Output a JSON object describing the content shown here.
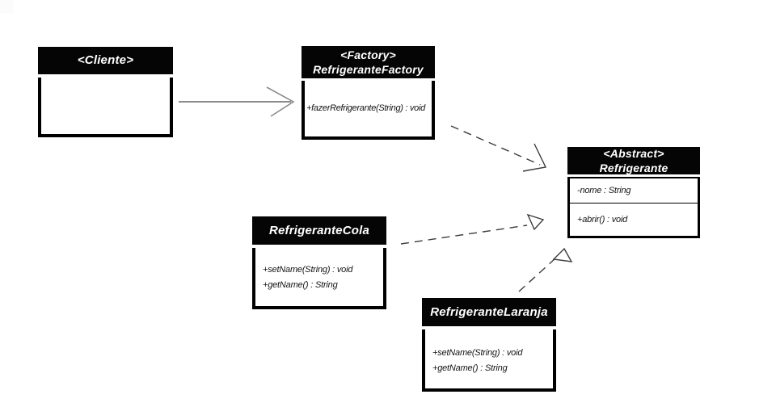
{
  "classes": [
    {
      "id": "cliente",
      "header_lines": [
        "<Cliente>"
      ],
      "attributes": [],
      "methods": []
    },
    {
      "id": "refrigerante_factory",
      "header_lines": [
        "<Factory>",
        "RefrigeranteFactory"
      ],
      "attributes": [],
      "methods": [
        "+fazerRefrigerante(String) : void"
      ]
    },
    {
      "id": "refrigerante",
      "header_lines": [
        "<Abstract>",
        "Refrigerante"
      ],
      "attributes": [
        "-nome : String"
      ],
      "methods": [
        "+abrir() : void"
      ]
    },
    {
      "id": "refrigerante_cola",
      "header_lines": [
        "RefrigeranteCola"
      ],
      "attributes": [],
      "methods": [
        "+setName(String) : void",
        "+getName() : String"
      ]
    },
    {
      "id": "refrigerante_laranja",
      "header_lines": [
        "RefrigeranteLaranja"
      ],
      "attributes": [],
      "methods": [
        "+setName(String) : void",
        "+getName() : String"
      ]
    }
  ],
  "relations": [
    {
      "from": "cliente",
      "to": "refrigerante_factory",
      "type": "association",
      "line": "solid",
      "head": "open-arrow"
    },
    {
      "from": "refrigerante_factory",
      "to": "refrigerante",
      "type": "dependency",
      "line": "dashed",
      "head": "open-arrow"
    },
    {
      "from": "refrigerante_cola",
      "to": "refrigerante",
      "type": "realization",
      "line": "dashed",
      "head": "hollow-triangle"
    },
    {
      "from": "refrigerante_laranja",
      "to": "refrigerante",
      "type": "realization",
      "line": "dashed",
      "head": "hollow-triangle"
    }
  ],
  "colors": {
    "canvas_bg": "#ffffff",
    "header_bg": "#050505",
    "header_text": "#ffffff",
    "box_border": "#000000",
    "body_text": "#141414",
    "solid_arrow": "#8c8c8c",
    "dashed_arrow": "#3c3c3c"
  }
}
